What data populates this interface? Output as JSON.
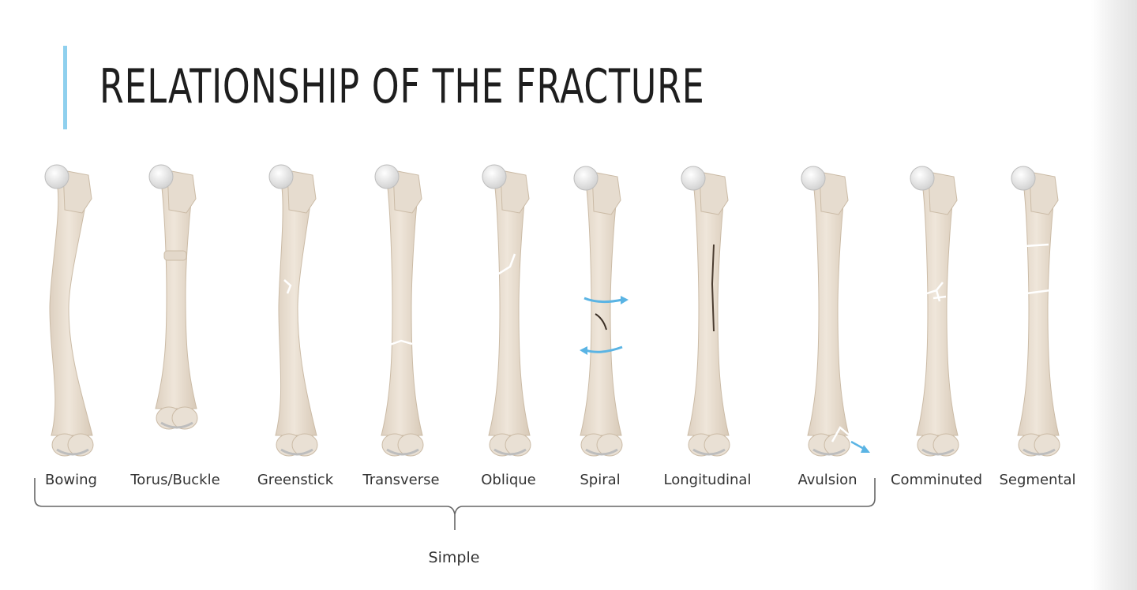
{
  "slide": {
    "title": "RELATIONSHIP OF THE FRACTURE",
    "accent_color": "#8fd0ee"
  },
  "bones": [
    {
      "label": "Bowing",
      "fracture": "bowing"
    },
    {
      "label": "Torus/Buckle",
      "fracture": "torus"
    },
    {
      "label": "Greenstick",
      "fracture": "greenstick"
    },
    {
      "label": "Transverse",
      "fracture": "transverse"
    },
    {
      "label": "Oblique",
      "fracture": "oblique"
    },
    {
      "label": "Spiral",
      "fracture": "spiral"
    },
    {
      "label": "Longitudinal",
      "fracture": "longitudinal"
    },
    {
      "label": "Avulsion",
      "fracture": "avulsion"
    },
    {
      "label": "Comminuted",
      "fracture": "comminuted"
    },
    {
      "label": "Segmental",
      "fracture": "segmental"
    }
  ],
  "group": {
    "label": "Simple"
  },
  "colors": {
    "bone": "#ece2d6",
    "bone_shade": "#ddd0c0",
    "joint": "#f3f3f3",
    "arrow": "#5ab4e4"
  }
}
